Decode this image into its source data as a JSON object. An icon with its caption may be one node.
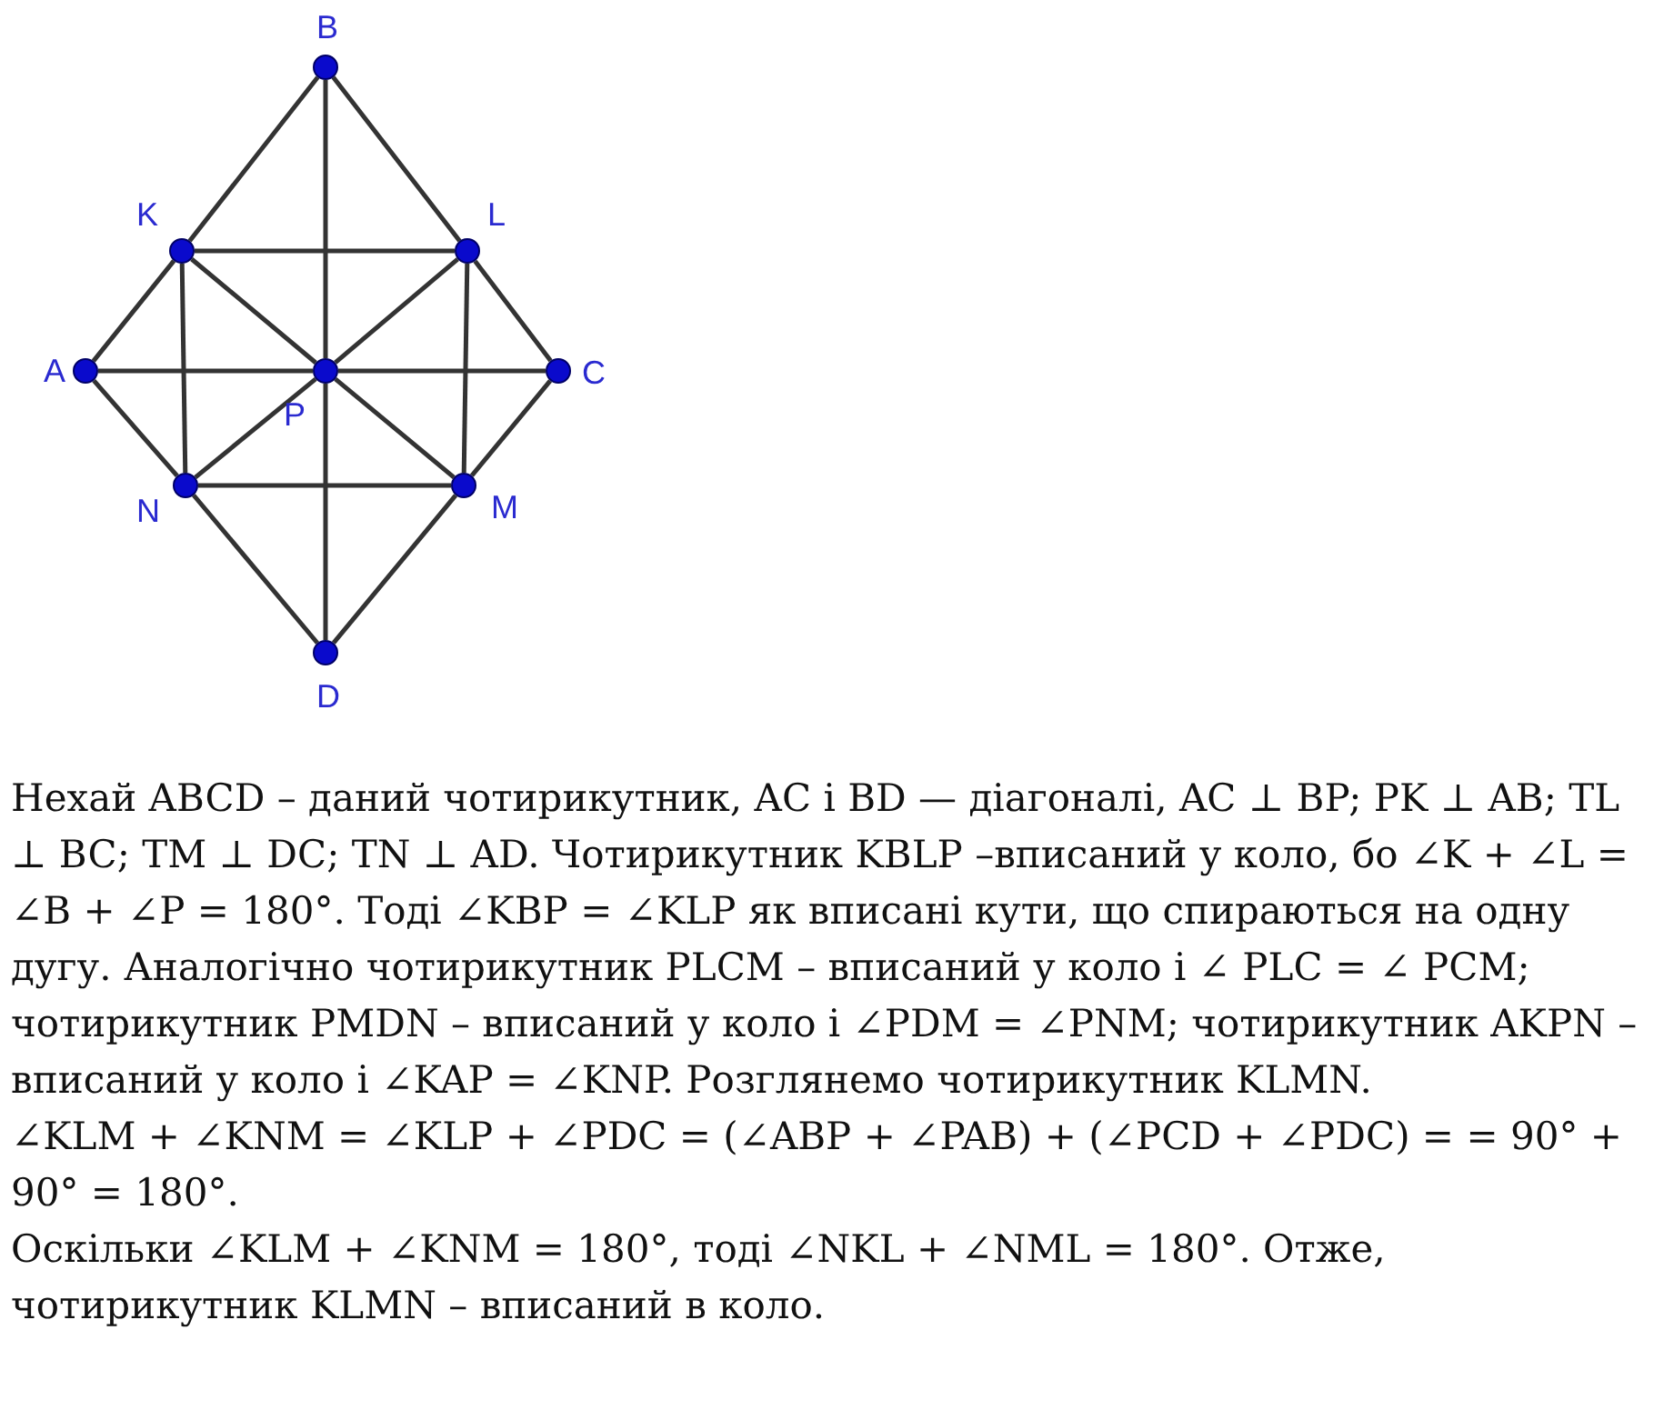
{
  "diagram": {
    "nodes": [
      {
        "text": [
          "B"
        ]
      },
      {
        "text": [
          "K"
        ]
      },
      {
        "text": [
          "L"
        ]
      },
      {
        "text": [
          "A"
        ]
      },
      {
        "text": [
          "P"
        ]
      },
      {
        "text": [
          "C"
        ]
      },
      {
        "text": [
          "N"
        ]
      },
      {
        "text": [
          "M"
        ]
      },
      {
        "text": [
          "D"
        ]
      }
    ],
    "edges": [
      {
        "from": 0,
        "to": 1,
        "arrow": "none"
      },
      {
        "from": 0,
        "to": 2,
        "arrow": "none"
      },
      {
        "from": 0,
        "to": 4,
        "arrow": "none"
      },
      {
        "from": 1,
        "to": 2,
        "arrow": "none"
      },
      {
        "from": 1,
        "to": 3,
        "arrow": "none"
      },
      {
        "from": 1,
        "to": 4,
        "arrow": "none"
      },
      {
        "from": 1,
        "to": 6,
        "arrow": "none"
      },
      {
        "from": 2,
        "to": 4,
        "arrow": "none"
      },
      {
        "from": 2,
        "to": 5,
        "arrow": "none"
      },
      {
        "from": 2,
        "to": 7,
        "arrow": "none"
      },
      {
        "from": 3,
        "to": 4,
        "arrow": "none"
      },
      {
        "from": 4,
        "to": 5,
        "arrow": "none"
      },
      {
        "from": 3,
        "to": 6,
        "arrow": "none"
      },
      {
        "from": 4,
        "to": 6,
        "arrow": "none"
      },
      {
        "from": 4,
        "to": 7,
        "arrow": "none"
      },
      {
        "from": 4,
        "to": 8,
        "arrow": "none"
      },
      {
        "from": 5,
        "to": 7,
        "arrow": "none"
      },
      {
        "from": 6,
        "to": 7,
        "arrow": "none"
      },
      {
        "from": 6,
        "to": 8,
        "arrow": "none"
      },
      {
        "from": 7,
        "to": 8,
        "arrow": "none"
      }
    ],
    "labels": [
      "Нехай ABCD – даний чотирикутник, AC і BD — діагоналі, AC ⊥ BP; PK ⊥ AB; TL ⊥ BC; TM ⊥ DC; TN ⊥ AD. Чотирикутник KBLP –вписаний у коло, бо ∠K + ∠L = ∠B + ∠P = 180°. Тоді ∠KBP = ∠KLP як вписані кути, що спираються на одну дугу. Аналогічно чотирикутник PLCM – вписаний у коло і ∠ PLC = ∠ PCM; чотирикутник PMDN – вписаний у коло і ∠PDM = ∠PNM; чотирикутник AKPN – вписаний у коло і ∠KAP = ∠KNP. Розглянемо чотирикутник KLMN.",
      "∠KLM + ∠KNM = ∠KLP + ∠PDC = (∠ABP + ∠PAB) + (∠PCD + ∠PDC) = = 90° + 90° = 180°.",
      "Оскільки ∠KLM + ∠KNM = 180°, тоді ∠NKL + ∠NML = 180°. Отже, чотирикутник KLMN – вписаний в коло."
    ]
  }
}
